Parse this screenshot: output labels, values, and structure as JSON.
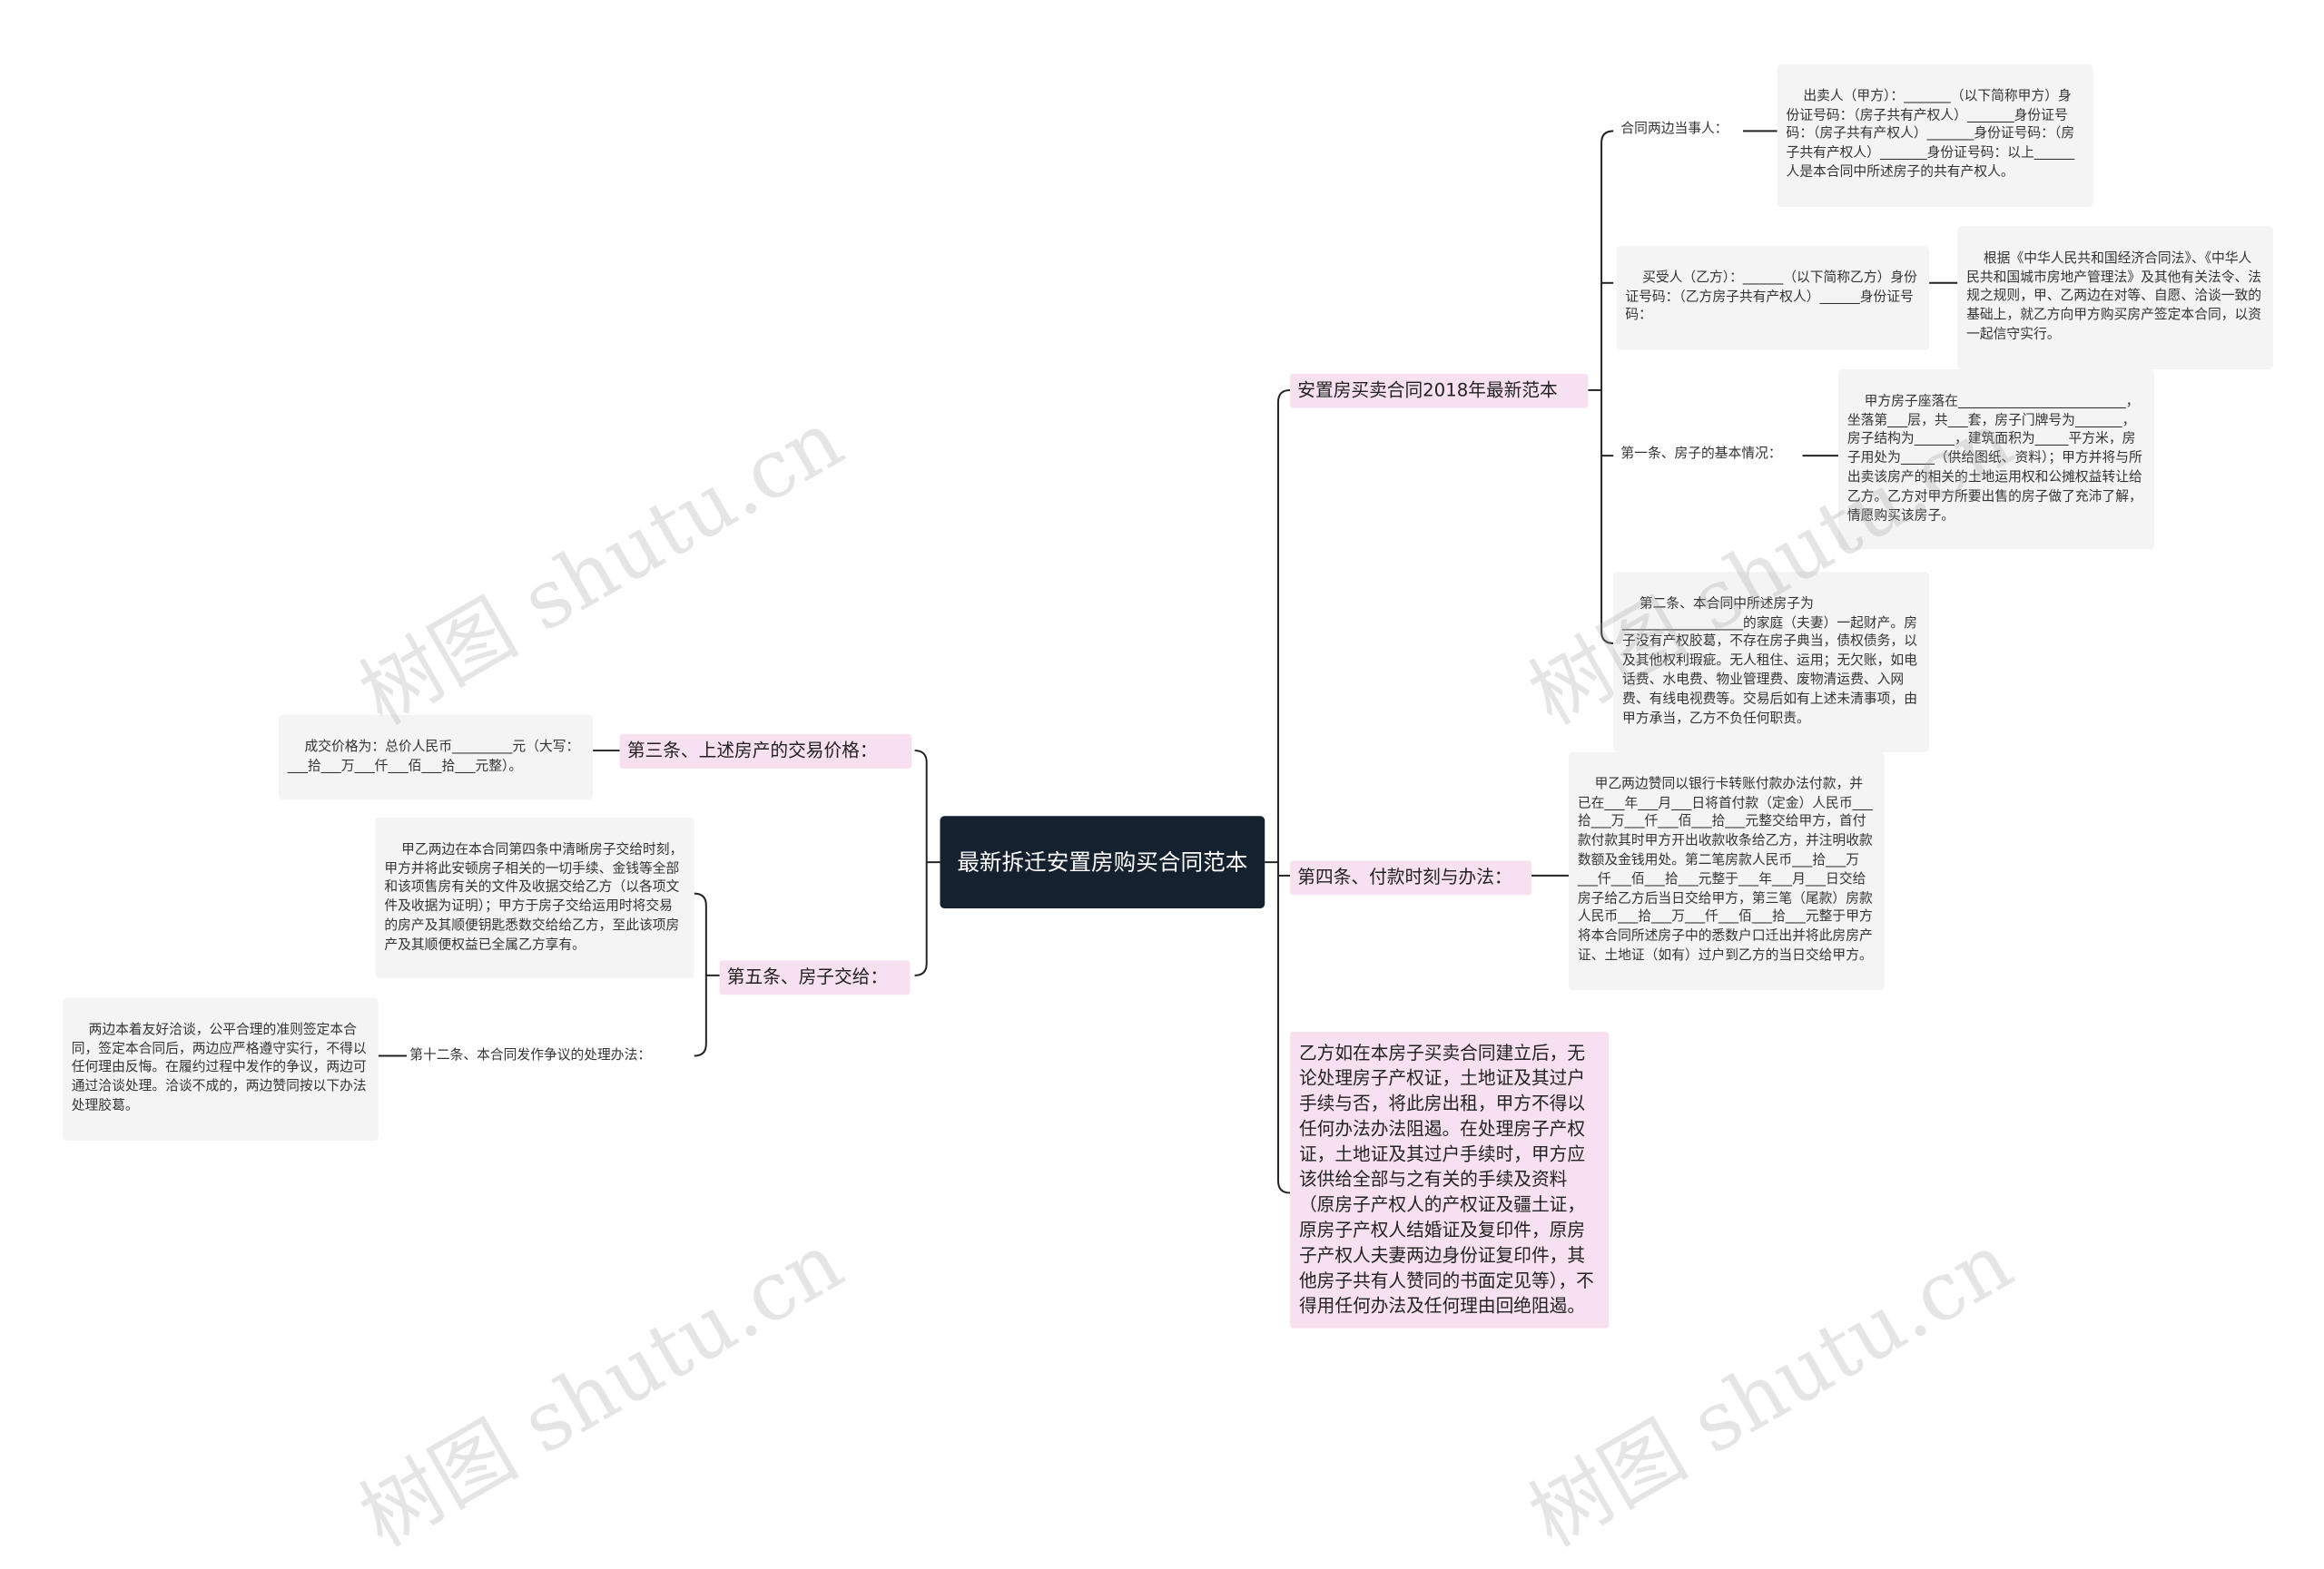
{
  "root": {
    "title": "最新拆迁安置房购买合同范本"
  },
  "branches": {
    "b1": "安置房买卖合同2018年最新范本",
    "b2": "第四条、付款时刻与办法：",
    "b3": "乙方如在本房子买卖合同建立后，无论处理房子产权证，土地证及其过户手续与否，将此房出租，甲方不得以任何办法办法阻遏。在处理房子产权证，土地证及其过户手续时，甲方应该供给全部与之有关的手续及资料（原房子产权人的产权证及疆土证，原房子产权人结婚证及复印件，原房子产权人夫妻两边身份证复印件，其他房子共有人赞同的书面定见等），不得用任何办法及任何理由回绝阻遏。",
    "b4": "第三条、上述房产的交易价格：",
    "b5": "第五条、房子交给："
  },
  "sub": {
    "s1": "合同两边当事人：",
    "s2": "买受人（乙方）：______（以下简称乙方）身份证号码：（乙方房子共有产权人）______身份证号码：",
    "s3": "第一条、房子的基本情况：",
    "s4": "第二条、本合同中所述房子为__________________的家庭（夫妻）一起财产。房子没有产权胶葛，不存在房子典当，债权债务，以及其他权利瑕疵。无人租住、运用；无欠账，如电话费、水电费、物业管理费、废物清运费、入网费、有线电视费等。交易后如有上述未清事项，由甲方承当，乙方不负任何职责。",
    "s5": "第十二条、本合同发作争议的处理办法："
  },
  "leaves": {
    "l1": "出卖人（甲方）：_______（以下简称甲方）身份证号码：（房子共有产权人）_______身份证号码：（房子共有产权人）_______身份证号码：（房子共有产权人）_______身份证号码：以上______人是本合同中所述房子的共有产权人。",
    "l2": "根据《中华人民共和国经济合同法》、《中华人民共和国城市房地产管理法》及其他有关法令、法规之规则，甲、乙两边在对等、自愿、洽谈一致的基础上，就乙方向甲方购买房产签定本合同，以资一起信守实行。",
    "l3": "甲方房子座落在_________________________，坐落第___层，共___套，房子门牌号为_______，房子结构为______，建筑面积为_____平方米，房子用处为_____（供给图纸、资料）；甲方并将与所出卖该房产的相关的土地运用权和公摊权益转让给乙方。乙方对甲方所要出售的房子做了充沛了解，情愿购买该房子。",
    "l4": "甲乙两边赞同以银行卡转账付款办法付款，并已在___年___月___日将首付款（定金）人民币___拾___万___仟___佰___拾___元整交给甲方，首付款付款其时甲方开出收款收条给乙方，并注明收款数额及金钱用处。第二笔房款人民币___拾___万___仟___佰___拾___元整于___年___月___日交给房子给乙方后当日交给甲方，第三笔（尾款）房款人民币___拾___万___仟___佰___拾___元整于甲方将本合同所述房子中的悉数户口迁出并将此房房产证、土地证（如有）过户到乙方的当日交给甲方。",
    "l5": "成交价格为：总价人民币_________元（大写：___拾___万___仟___佰___拾___元整）。",
    "l6": "甲乙两边在本合同第四条中清晰房子交给时刻，甲方并将此安顿房子相关的一切手续、金钱等全部和该项售房有关的文件及收据交给乙方（以各项文件及收据为证明）；甲方于房子交给运用时将交易的房产及其顺便钥匙悉数交给给乙方，至此该项房产及其顺便权益已全属乙方享有。",
    "l7": "两边本着友好洽谈，公平合理的准则签定本合同，签定本合同后，两边应严格遵守实行，不得以任何理由反悔。在履约过程中发作的争议，两边可通过洽谈处理。洽谈不成的，两边赞同按以下办法处理胶葛。"
  },
  "watermark": "树图 shutu.cn",
  "colors": {
    "root_bg": "#15212f",
    "branch_bg": "#f7e0ef",
    "leaf_bg": "#f4f4f4",
    "line": "#222222"
  }
}
